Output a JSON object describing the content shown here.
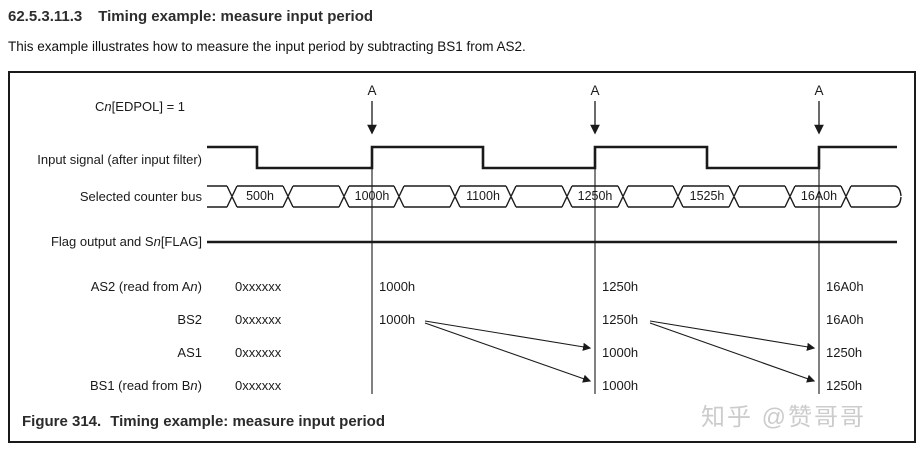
{
  "page": {
    "section_number": "62.5.3.11.3",
    "section_title": "Timing example: measure input period",
    "intro": "This example illustrates how to measure the input period by subtracting BS1 from AS2."
  },
  "figure": {
    "caption_prefix": "Figure 314.",
    "caption_text": "Timing example: measure input period",
    "marker_label": "A",
    "labels": {
      "cn_edpol": [
        "C",
        "n",
        "[EDPOL] = 1"
      ],
      "input_signal": "Input signal (after input filter)",
      "counter_bus": "Selected counter bus",
      "flag_output": [
        "Flag output and S",
        "n",
        "[FLAG]"
      ],
      "as2": [
        "AS2 (read from A",
        "n",
        ")"
      ],
      "bs2": "BS2",
      "as1": "AS1",
      "bs1": [
        "BS1 (read from B",
        "n",
        ")"
      ]
    },
    "bus_values": [
      "500h",
      "1000h",
      "1100h",
      "1250h",
      "1525h",
      "16A0h"
    ],
    "rows": {
      "as2": [
        "0xxxxxx",
        "1000h",
        "1250h",
        "16A0h"
      ],
      "bs2": [
        "0xxxxxx",
        "1000h",
        "1250h",
        "16A0h"
      ],
      "as1": [
        "0xxxxxx",
        "1000h",
        "1250h"
      ],
      "bs1": [
        "0xxxxxx",
        "1000h",
        "1250h"
      ]
    }
  },
  "watermark": "知乎 @赞哥哥",
  "colors": {
    "line": "#1a1a1a",
    "text": "#1a1a1a",
    "watermark": "#cccccc"
  }
}
